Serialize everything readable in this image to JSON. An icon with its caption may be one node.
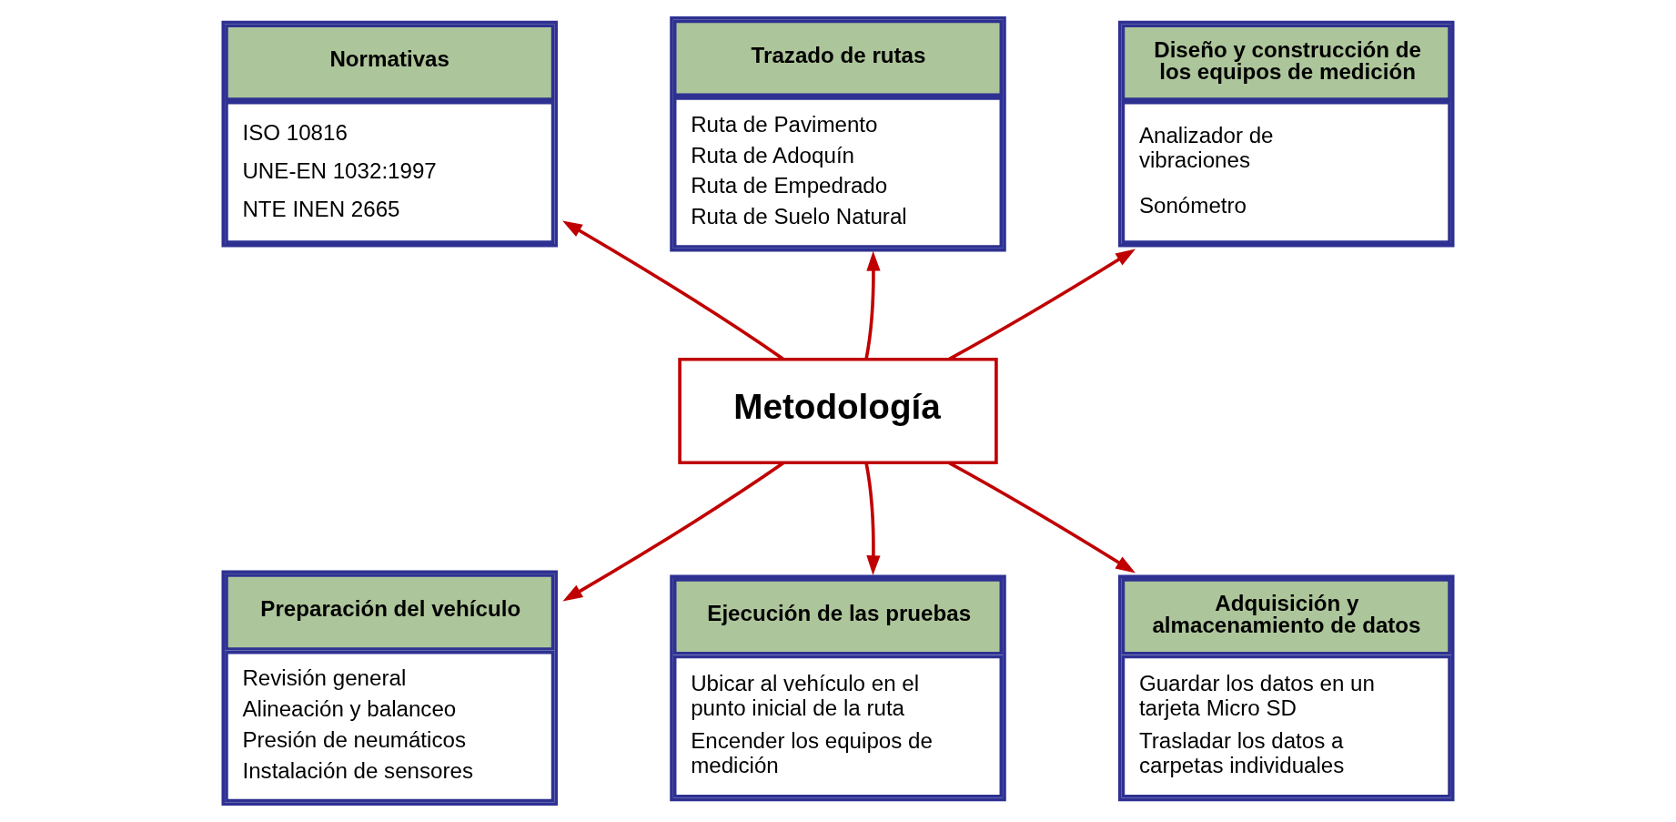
{
  "diagram": {
    "nodes": [
      {
        "text": [
          "Normativas",
          "ISO 10816",
          "UNE-EN 1032:1997",
          "NTE INEN 2665"
        ]
      },
      {
        "text": [
          "Trazado de rutas",
          "Ruta de Pavimento",
          "Ruta de Adoquín",
          "Ruta de Empedrado",
          "Ruta de Suelo Natural"
        ]
      },
      {
        "text": [
          "Diseño y construcción de los equipos de medición",
          "Analizador de vibraciones",
          "Sonómetro"
        ]
      },
      {
        "text": [
          "Metodología"
        ]
      },
      {
        "text": [
          "Preparación del vehículo",
          "Revisión general",
          "Alineación y balanceo",
          "Presión de neumáticos",
          "Instalación de sensores"
        ]
      },
      {
        "text": [
          "Ejecución de las pruebas",
          "Ubicar al vehículo en el punto inicial de la ruta",
          "Encender los equipos de medición"
        ]
      },
      {
        "text": [
          "Adquisición y almacenamiento de datos",
          "Guardar los datos en un tarjeta Micro SD",
          "Trasladar los datos a carpetas individuales"
        ]
      }
    ],
    "edges": [
      {
        "from": 3,
        "to": 0,
        "arrow": "to"
      },
      {
        "from": 3,
        "to": 1,
        "arrow": "to"
      },
      {
        "from": 3,
        "to": 2,
        "arrow": "to"
      },
      {
        "from": 3,
        "to": 4,
        "arrow": "to"
      },
      {
        "from": 3,
        "to": 5,
        "arrow": "to"
      },
      {
        "from": 3,
        "to": 6,
        "arrow": "to"
      }
    ]
  }
}
